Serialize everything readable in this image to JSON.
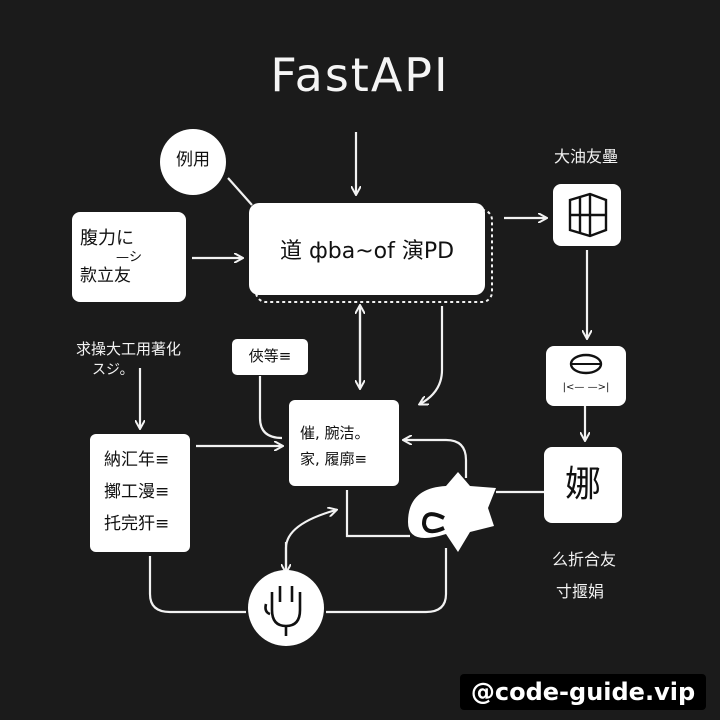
{
  "title": "FastAPI",
  "nodes": {
    "top_circle": "例用",
    "left_box": {
      "line1": "腹力に",
      "line2": "—シ",
      "line3": "款立友"
    },
    "main_box": "道 фba~of 演PD",
    "left_caption": {
      "line1": "求操大工用著化",
      "line2": "スジ。"
    },
    "small_tag": "俠等≡",
    "list_box": {
      "line1": "納汇年≡",
      "line2": "擲工漫≡",
      "line3": "托完犴≡"
    },
    "center_box": {
      "line1": "催, 腕洁。",
      "line2": "家, 履廓≡"
    },
    "right_top_caption": "大油友壘",
    "right_disc_label": "|<—  —>|",
    "right_glyph": "娜",
    "right_bottom_caption": {
      "line1": "么折合友",
      "line2": "寸揠娟"
    }
  },
  "watermark": "@code-guide.vip"
}
